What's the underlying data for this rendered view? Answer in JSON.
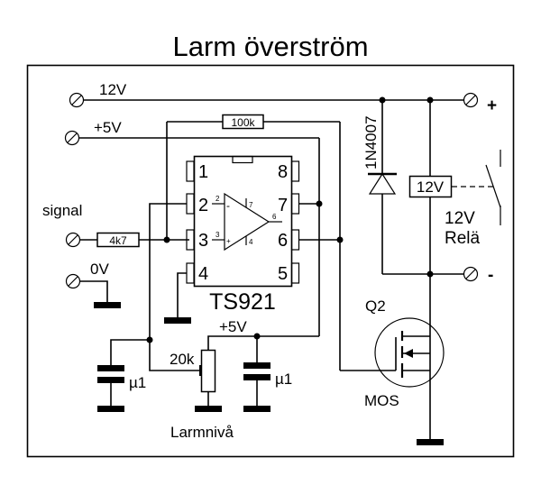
{
  "title": "Larm överström",
  "rails": {
    "v12": "12V",
    "v5": "+5V",
    "signal": "signal",
    "zero": "0V"
  },
  "output_terminals": {
    "plus": "+",
    "minus": "-"
  },
  "components": {
    "r_feedback": "100k",
    "r_input": "4k7",
    "diode": "1N4007",
    "relay_coil": "12V",
    "relay_voltage": "12V",
    "relay_name": "Relä",
    "ic_name": "TS921",
    "ic_pins_left": [
      "1",
      "2",
      "3",
      "4"
    ],
    "ic_pins_right": [
      "8",
      "7",
      "6",
      "5"
    ],
    "opamp_pins": {
      "inv": "2",
      "noninv": "3",
      "vcc": "7",
      "gnd": "4",
      "out": "6",
      "minus_sign": "-",
      "plus_sign": "+"
    },
    "pot_value": "20k",
    "pot_label": "Larmnivå",
    "pot_supply": "+5V",
    "cap_left": "µ1",
    "cap_right": "µ1",
    "transistor_ref": "Q2",
    "transistor_type": "MOS"
  }
}
